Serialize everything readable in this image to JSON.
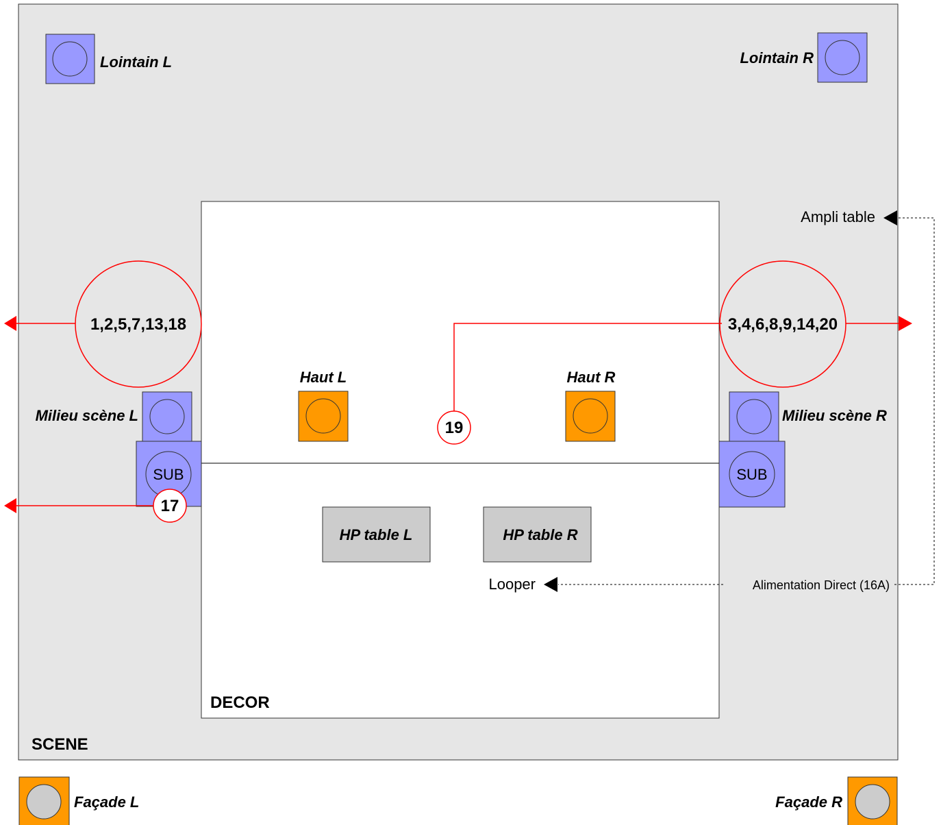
{
  "colors": {
    "stage_fill": "#e6e6e6",
    "decor_fill": "#ffffff",
    "speaker_blue": "#9999ff",
    "speaker_orange": "#ff9900",
    "speaker_gray_inner": "#cccccc",
    "table_gray": "#cccccc",
    "cable_red": "#ff0000",
    "line_black": "#000000"
  },
  "zones": {
    "stage": "SCENE",
    "decor": "DECOR"
  },
  "speakers": {
    "lointain_l": "Lointain L",
    "lointain_r": "Lointain R",
    "milieu_l": "Milieu scène L",
    "milieu_r": "Milieu scène R",
    "haut_l": "Haut L",
    "haut_r": "Haut R",
    "facade_l": "Façade L",
    "facade_r": "Façade R",
    "sub_l": "SUB",
    "sub_r": "SUB",
    "hp_table_l": "HP table L",
    "hp_table_r": "HP table R"
  },
  "patches": {
    "left_group": "1,2,5,7,13,18",
    "right_group": "3,4,6,8,9,14,20",
    "center": "19",
    "lower_left": "17"
  },
  "power": {
    "ampli": "Ampli table",
    "looper": "Looper",
    "supply": "Alimentation Direct (16A)"
  }
}
